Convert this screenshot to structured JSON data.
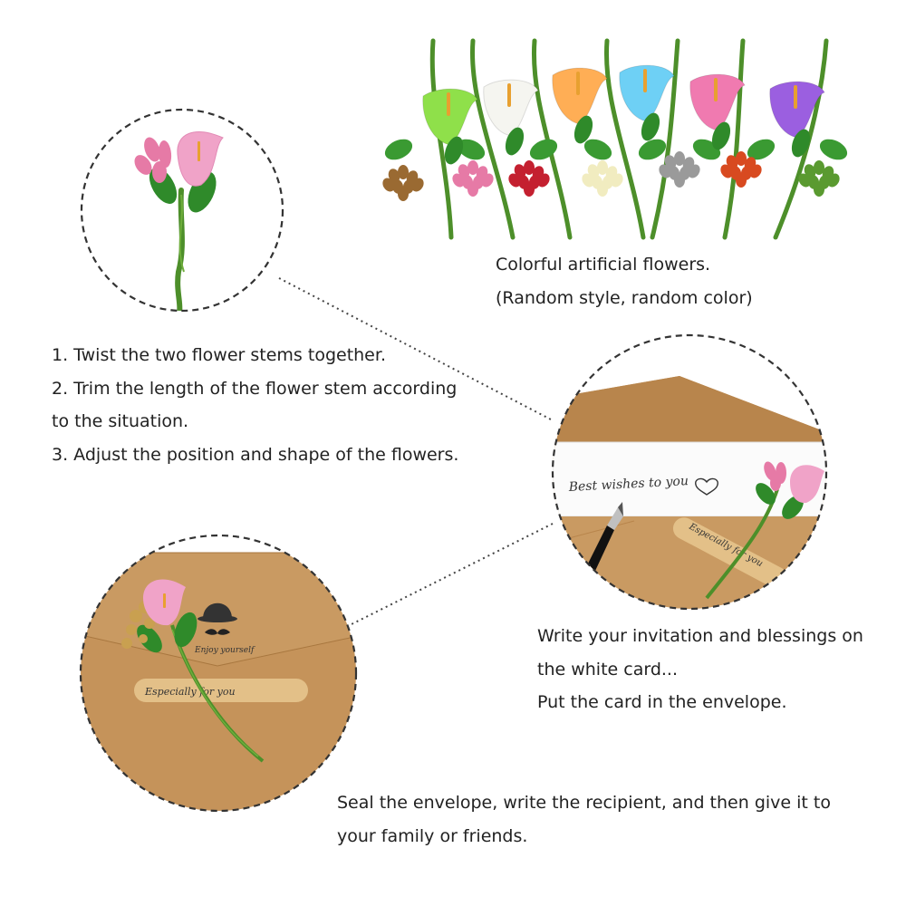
{
  "colors": {
    "kraft": "#c5935a",
    "kraft_dark": "#a8773f",
    "stem_green": "#4d8f2a",
    "leaf_green": "#2f8a2a",
    "pink": "#f0a3c8",
    "text": "#222222",
    "dotted_line": "#444444"
  },
  "flower_colors": [
    "#8fe04a",
    "#f5f5f0",
    "#ffae55",
    "#6ed0f5",
    "#f07ab0",
    "#9b5fe0"
  ],
  "berry_colors": [
    "#9a6a32",
    "#e67aa6",
    "#c42030",
    "#f1ecc0",
    "#9a9a9a",
    "#d84a20",
    "#5a9a30"
  ],
  "captions": {
    "flowers": {
      "line1": "Colorful artificial flowers.",
      "line2": "(Random style, random color)"
    },
    "steps": {
      "line1": "1. Twist the two flower stems together.",
      "line2": "2. Trim the length of the flower stem according",
      "line3": "to the situation.",
      "line4": "3. Adjust the position and shape of the flowers."
    },
    "write": {
      "line1": "Write your invitation and blessings on",
      "line2": "the white card...",
      "line3": "Put the card in the envelope."
    },
    "seal": {
      "line1": "Seal the envelope, write the recipient, and then give it to",
      "line2": "your family or friends."
    }
  },
  "card": {
    "wishes": "Best wishes to you",
    "tag": "Especially for you"
  },
  "envelope": {
    "stamp": "Enjoy yourself",
    "tag": "Especially for you"
  }
}
